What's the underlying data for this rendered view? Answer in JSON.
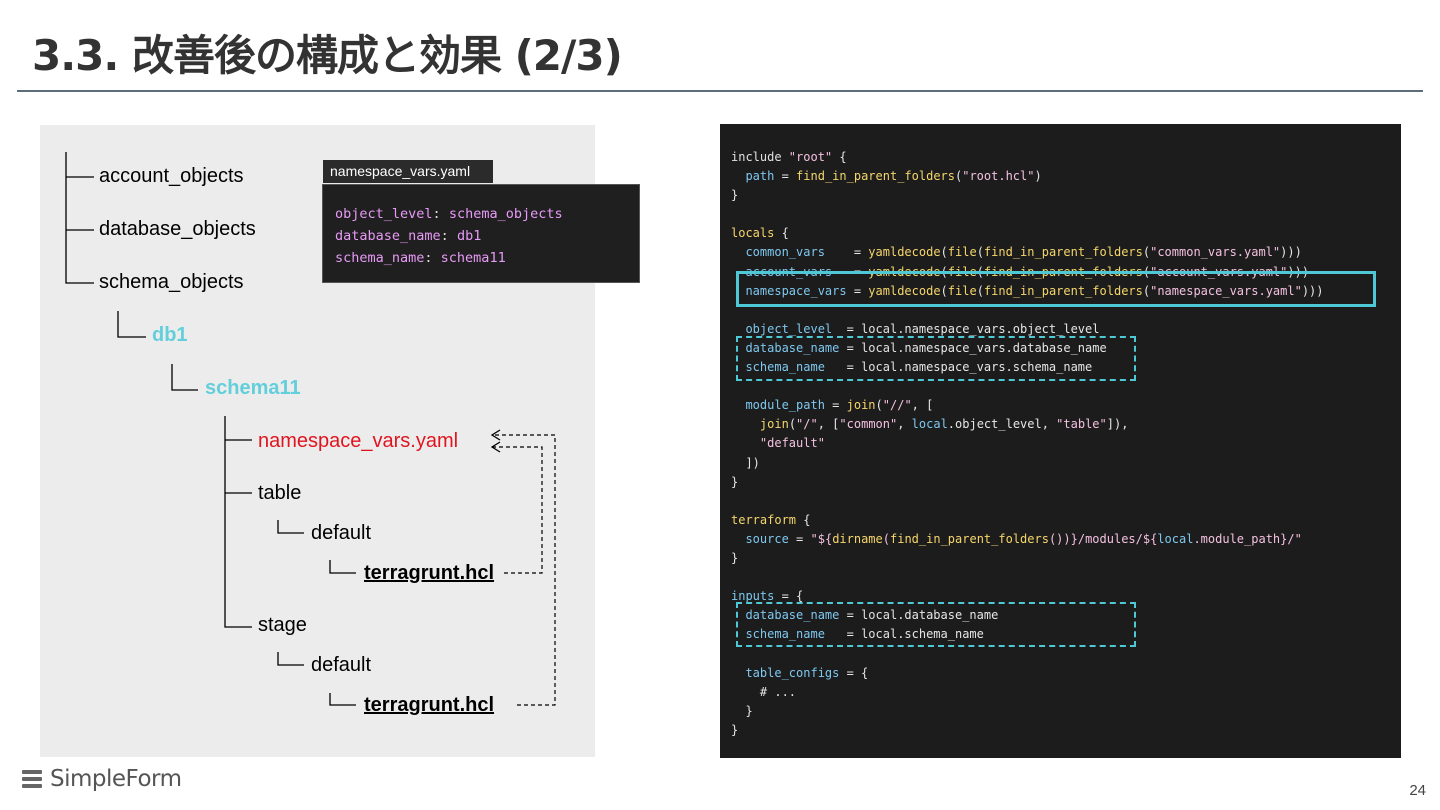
{
  "slide": {
    "title": "3.3. 改善後の構成と効果 (2/3)",
    "page_number": "24",
    "logo_text": "SimpleForm"
  },
  "tree": {
    "account_objects": "account_objects",
    "database_objects": "database_objects",
    "schema_objects": "schema_objects",
    "db": "db1",
    "schema": "schema11",
    "namespace_file": "namespace_vars.yaml",
    "table": "table",
    "table_default": "default",
    "table_file": "terragrunt.hcl",
    "stage": "stage",
    "stage_default": "default",
    "stage_file": "terragrunt.hcl"
  },
  "yaml_popup": {
    "tab_label": "namespace_vars.yaml",
    "lines": [
      {
        "key": "object_level",
        "value": "schema_objects"
      },
      {
        "key": "database_name",
        "value": "db1"
      },
      {
        "key": "schema_name",
        "value": "schema11"
      }
    ]
  },
  "code": {
    "lines": [
      [
        [
          "kw",
          "include "
        ],
        [
          "st",
          "\"root\""
        ],
        [
          "pu",
          " {"
        ]
      ],
      [
        [
          "pu",
          "  "
        ],
        [
          "at",
          "path"
        ],
        [
          "pu",
          " = "
        ],
        [
          "fn",
          "find_in_parent_folders"
        ],
        [
          "pu",
          "("
        ],
        [
          "st",
          "\"root.hcl\""
        ],
        [
          "pu",
          ")"
        ]
      ],
      [
        [
          "pu",
          "}"
        ]
      ],
      [
        [
          "pu",
          ""
        ]
      ],
      [
        [
          "fn",
          "locals"
        ],
        [
          "pu",
          " {"
        ]
      ],
      [
        [
          "pu",
          "  "
        ],
        [
          "at",
          "common_vars"
        ],
        [
          "pu",
          "    = "
        ],
        [
          "fn",
          "yamldecode"
        ],
        [
          "pu",
          "("
        ],
        [
          "fn",
          "file"
        ],
        [
          "pu",
          "("
        ],
        [
          "fn",
          "find_in_parent_folders"
        ],
        [
          "pu",
          "("
        ],
        [
          "st",
          "\"common_vars.yaml\""
        ],
        [
          "pu",
          ")))"
        ]
      ],
      [
        [
          "pu",
          "  "
        ],
        [
          "at",
          "account_vars"
        ],
        [
          "pu",
          "   = "
        ],
        [
          "fn",
          "yamldecode"
        ],
        [
          "pu",
          "("
        ],
        [
          "fn",
          "file"
        ],
        [
          "pu",
          "("
        ],
        [
          "fn",
          "find_in_parent_folders"
        ],
        [
          "pu",
          "("
        ],
        [
          "st",
          "\"account_vars.yaml\""
        ],
        [
          "pu",
          ")))"
        ]
      ],
      [
        [
          "pu",
          "  "
        ],
        [
          "at",
          "namespace_vars"
        ],
        [
          "pu",
          " = "
        ],
        [
          "fn",
          "yamldecode"
        ],
        [
          "pu",
          "("
        ],
        [
          "fn",
          "file"
        ],
        [
          "pu",
          "("
        ],
        [
          "fn",
          "find_in_parent_folders"
        ],
        [
          "pu",
          "("
        ],
        [
          "st",
          "\"namespace_vars.yaml\""
        ],
        [
          "pu",
          ")))"
        ]
      ],
      [
        [
          "pu",
          ""
        ]
      ],
      [
        [
          "pu",
          "  "
        ],
        [
          "at",
          "object_level"
        ],
        [
          "pu",
          "  = "
        ],
        [
          "kw",
          "local"
        ],
        [
          "pu",
          ".namespace_vars.object_level"
        ]
      ],
      [
        [
          "pu",
          "  "
        ],
        [
          "at",
          "database_name"
        ],
        [
          "pu",
          " = "
        ],
        [
          "kw",
          "local"
        ],
        [
          "pu",
          ".namespace_vars.database_name"
        ]
      ],
      [
        [
          "pu",
          "  "
        ],
        [
          "at",
          "schema_name"
        ],
        [
          "pu",
          "   = "
        ],
        [
          "kw",
          "local"
        ],
        [
          "pu",
          ".namespace_vars.schema_name"
        ]
      ],
      [
        [
          "pu",
          ""
        ]
      ],
      [
        [
          "pu",
          "  "
        ],
        [
          "at",
          "module_path"
        ],
        [
          "pu",
          " = "
        ],
        [
          "fn",
          "join"
        ],
        [
          "pu",
          "("
        ],
        [
          "st",
          "\"//\""
        ],
        [
          "pu",
          ", ["
        ]
      ],
      [
        [
          "pu",
          "    "
        ],
        [
          "fn",
          "join"
        ],
        [
          "pu",
          "("
        ],
        [
          "st",
          "\"/\""
        ],
        [
          "pu",
          ", ["
        ],
        [
          "st",
          "\"common\""
        ],
        [
          "pu",
          ", "
        ],
        [
          "at",
          "local"
        ],
        [
          "pu",
          ".object_level, "
        ],
        [
          "st",
          "\"table\""
        ],
        [
          "pu",
          "]),"
        ]
      ],
      [
        [
          "pu",
          "    "
        ],
        [
          "st",
          "\"default\""
        ]
      ],
      [
        [
          "pu",
          "  ])"
        ]
      ],
      [
        [
          "pu",
          "}"
        ]
      ],
      [
        [
          "pu",
          ""
        ]
      ],
      [
        [
          "fn",
          "terraform"
        ],
        [
          "pu",
          " {"
        ]
      ],
      [
        [
          "pu",
          "  "
        ],
        [
          "at",
          "source"
        ],
        [
          "pu",
          " = "
        ],
        [
          "st",
          "\"${"
        ],
        [
          "fn",
          "dirname"
        ],
        [
          "st",
          "("
        ],
        [
          "fn",
          "find_in_parent_folders"
        ],
        [
          "st",
          "())}/modules/${"
        ],
        [
          "at",
          "local"
        ],
        [
          "st",
          ".module_path}/\""
        ]
      ],
      [
        [
          "pu",
          "}"
        ]
      ],
      [
        [
          "pu",
          ""
        ]
      ],
      [
        [
          "at",
          "inputs"
        ],
        [
          "pu",
          " = {"
        ]
      ],
      [
        [
          "pu",
          "  "
        ],
        [
          "at",
          "database_name"
        ],
        [
          "pu",
          " = "
        ],
        [
          "kw",
          "local"
        ],
        [
          "pu",
          ".database_name"
        ]
      ],
      [
        [
          "pu",
          "  "
        ],
        [
          "at",
          "schema_name"
        ],
        [
          "pu",
          "   = "
        ],
        [
          "kw",
          "local"
        ],
        [
          "pu",
          ".schema_name"
        ]
      ],
      [
        [
          "pu",
          ""
        ]
      ],
      [
        [
          "pu",
          "  "
        ],
        [
          "at",
          "table_configs"
        ],
        [
          "pu",
          " = {"
        ]
      ],
      [
        [
          "pu",
          "    # ..."
        ]
      ],
      [
        [
          "pu",
          "  }"
        ]
      ],
      [
        [
          "pu",
          "}"
        ]
      ]
    ]
  }
}
